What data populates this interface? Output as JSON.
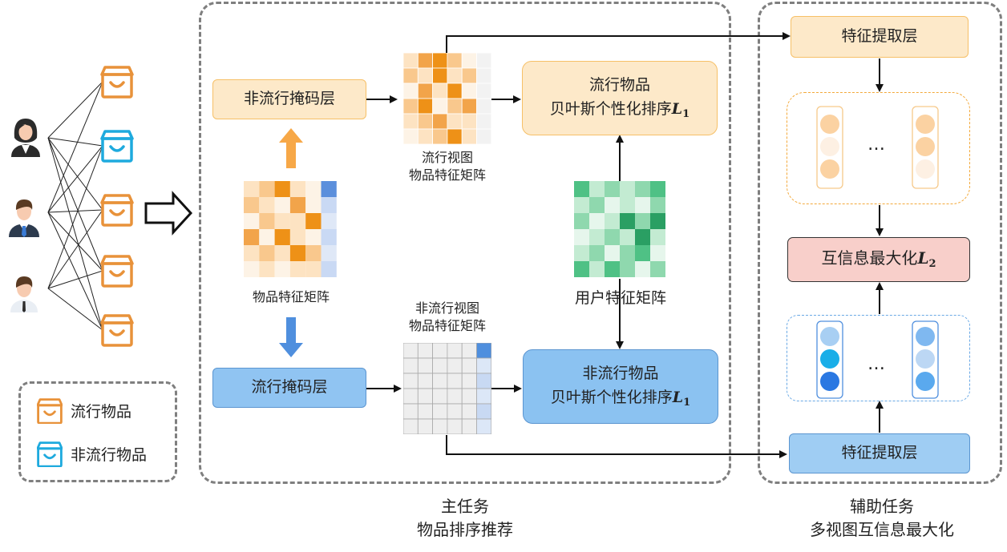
{
  "legend": {
    "popular_label": "流行物品",
    "nonpopular_label": "非流行物品"
  },
  "main_task": {
    "nonpopular_mask_layer": "非流行掩码层",
    "popular_mask_layer": "流行掩码层",
    "item_feature_matrix": "物品特征矩阵",
    "popular_view_line1": "流行视图",
    "popular_view_line2": "物品特征矩阵",
    "nonpopular_view_line1": "非流行视图",
    "nonpopular_view_line2": "物品特征矩阵",
    "user_feature_matrix": "用户特征矩阵",
    "popular_bpr_line1": "流行物品",
    "popular_bpr_line2": "贝叶斯个性化排序",
    "nonpopular_bpr_line1": "非流行物品",
    "nonpopular_bpr_line2": "贝叶斯个性化排序",
    "loss_symbol": "L",
    "loss_index": "1",
    "caption_line1": "主任务",
    "caption_line2": "物品排序推荐"
  },
  "aux_task": {
    "feature_extract_top": "特征提取层",
    "feature_extract_bottom": "特征提取层",
    "mi_max_label": "互信息最大化",
    "mi_loss_symbol": "L",
    "mi_loss_index": "2",
    "ellipsis": "…",
    "caption_line1": "辅助任务",
    "caption_line2": "多视图互信息最大化"
  },
  "colors": {
    "popular_item": "#e8923a",
    "nonpopular_item": "#1eaade",
    "user_matrix": "#3fbf7f",
    "dash_border": "#7f7f7f"
  }
}
